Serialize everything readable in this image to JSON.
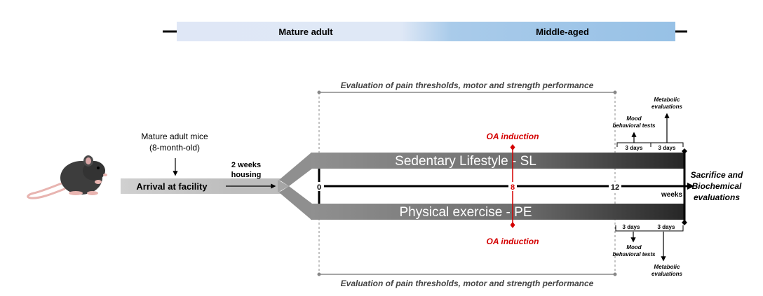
{
  "timeline": {
    "mature_adult": "Mature adult",
    "middle_aged": "Middle-aged"
  },
  "evaluation": {
    "top": "Evaluation of pain thresholds, motor and strength performance",
    "bottom": "Evaluation of pain thresholds, motor and strength performance"
  },
  "intro": {
    "mice_line1": "Mature adult mice",
    "mice_line2": "(8-month-old)",
    "arrival": "Arrival at facility",
    "housing_line1": "2 weeks",
    "housing_line2": "housing"
  },
  "groups": {
    "sl": "Sedentary Lifestyle - SL",
    "pe": "Physical exercise - PE"
  },
  "oa": {
    "top": "OA induction",
    "bottom": "OA induction"
  },
  "axis": {
    "tick0": "0",
    "tick8": "8",
    "tick12": "12",
    "unit": "weeks"
  },
  "tests": {
    "top_days_1": "3 days",
    "top_days_2": "3 days",
    "bottom_days_1": "3 days",
    "bottom_days_2": "3 days",
    "mood_top_line1": "Mood",
    "mood_top_line2": "behavioral tests",
    "metabolic_top_line1": "Metabolic",
    "metabolic_top_line2": "evaluations",
    "mood_bottom_line1": "Mood",
    "mood_bottom_line2": "behavioral tests",
    "metabolic_bottom_line1": "Metabolic",
    "metabolic_bottom_line2": "evaluations"
  },
  "end": {
    "line1": "Sacrifice and",
    "line2": "Biochemical",
    "line3": "evaluations"
  },
  "colors": {
    "accent_red": "#d40000",
    "timeline_light": "#dde6f5",
    "timeline_dark": "#9bc3e6",
    "bar_light": "#8a8a8a",
    "bar_dark": "#2a2a2a"
  }
}
